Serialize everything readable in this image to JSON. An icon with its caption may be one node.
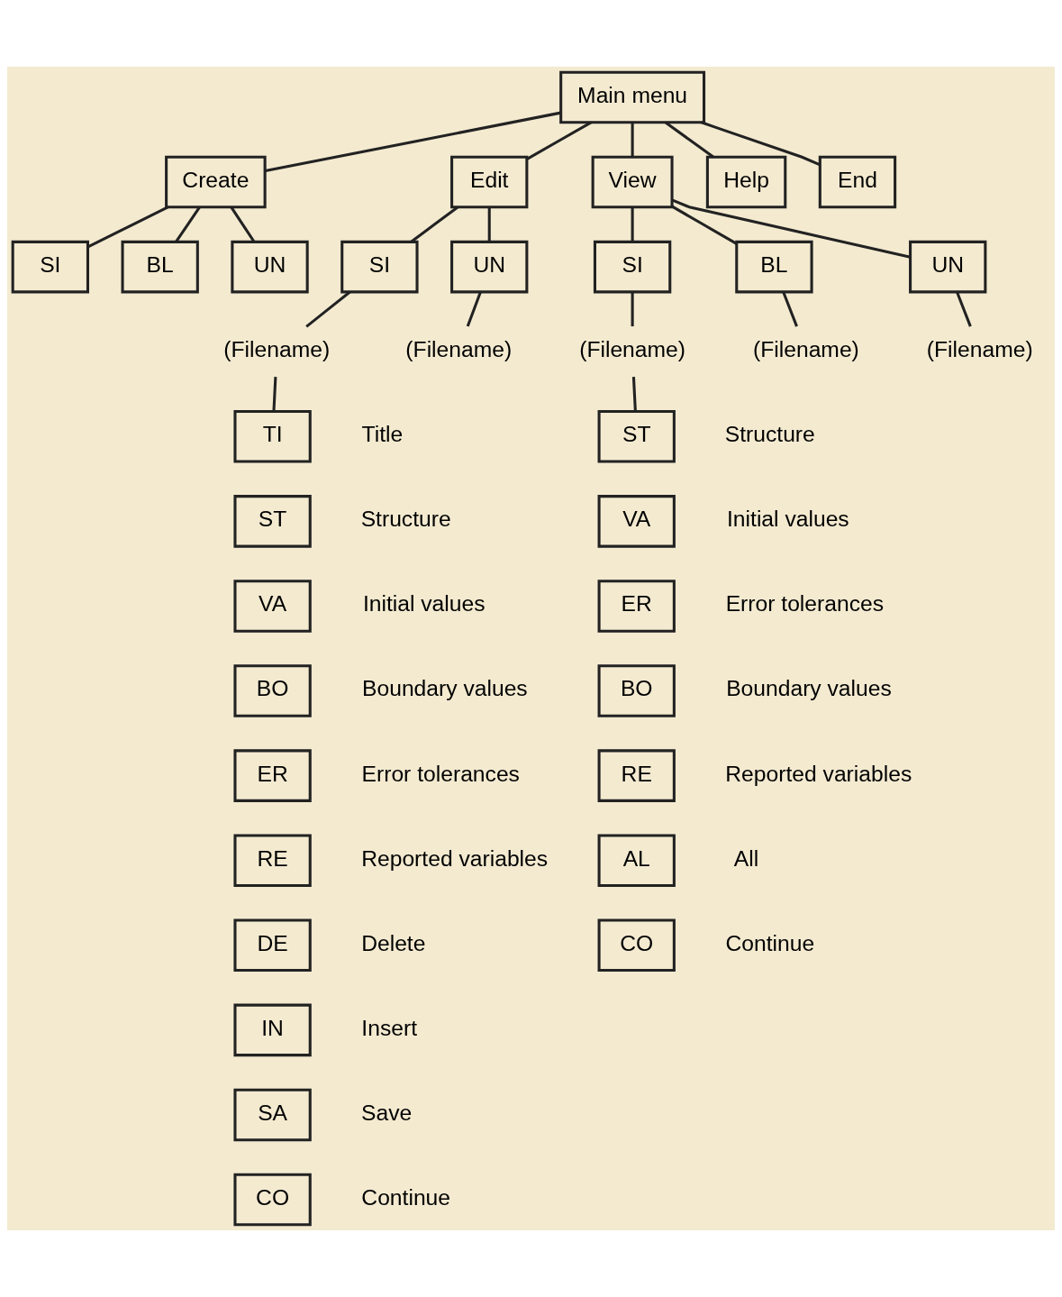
{
  "diagram": {
    "nodes": [
      {
        "text": [
          "Main menu"
        ]
      },
      {
        "text": [
          "Create"
        ]
      },
      {
        "text": [
          "Edit"
        ]
      },
      {
        "text": [
          "View"
        ]
      },
      {
        "text": [
          "Help"
        ]
      },
      {
        "text": [
          "End"
        ]
      },
      {
        "text": [
          "SI"
        ]
      },
      {
        "text": [
          "BL"
        ]
      },
      {
        "text": [
          "UN"
        ]
      },
      {
        "text": [
          "SI"
        ]
      },
      {
        "text": [
          "UN"
        ]
      },
      {
        "text": [
          "(Filename)"
        ]
      },
      {
        "text": [
          "(Filename)"
        ]
      },
      {
        "text": [
          "SI"
        ]
      },
      {
        "text": [
          "BL"
        ]
      },
      {
        "text": [
          "UN"
        ]
      },
      {
        "text": [
          "(Filename)"
        ]
      },
      {
        "text": [
          "(Filename)"
        ]
      },
      {
        "text": [
          "(Filename)"
        ]
      },
      {
        "text": [
          "TI"
        ],
        "beside": [
          "Title"
        ]
      },
      {
        "text": [
          "ST"
        ],
        "beside": [
          "Structure"
        ]
      },
      {
        "text": [
          "VA"
        ],
        "beside": [
          "Initial values"
        ]
      },
      {
        "text": [
          "BO"
        ],
        "beside": [
          "Boundary values"
        ]
      },
      {
        "text": [
          "ER"
        ],
        "beside": [
          "Error tolerances"
        ]
      },
      {
        "text": [
          "RE"
        ],
        "beside": [
          "Reported variables"
        ]
      },
      {
        "text": [
          "DE"
        ],
        "beside": [
          "Delete"
        ]
      },
      {
        "text": [
          "IN"
        ],
        "beside": [
          "Insert"
        ]
      },
      {
        "text": [
          "SA"
        ],
        "beside": [
          "Save"
        ]
      },
      {
        "text": [
          "CO"
        ],
        "beside": [
          "Continue"
        ]
      },
      {
        "text": [
          "ST"
        ],
        "beside": [
          "Structure"
        ]
      },
      {
        "text": [
          "VA"
        ],
        "beside": [
          "Initial values"
        ]
      },
      {
        "text": [
          "ER"
        ],
        "beside": [
          "Error tolerances"
        ]
      },
      {
        "text": [
          "BO"
        ],
        "beside": [
          "Boundary values"
        ]
      },
      {
        "text": [
          "RE"
        ],
        "beside": [
          "Reported variables"
        ]
      },
      {
        "text": [
          "AL"
        ],
        "beside": [
          "All"
        ]
      },
      {
        "text": [
          "CO"
        ],
        "beside": [
          "Continue"
        ]
      }
    ],
    "edges": [
      {
        "from": 0,
        "to": 1,
        "arrow": "none"
      },
      {
        "from": 0,
        "to": 2,
        "arrow": "none"
      },
      {
        "from": 0,
        "to": 3,
        "arrow": "none"
      },
      {
        "from": 0,
        "to": 4,
        "arrow": "none"
      },
      {
        "from": 0,
        "to": 5,
        "arrow": "none"
      },
      {
        "from": 1,
        "to": 6,
        "arrow": "none"
      },
      {
        "from": 1,
        "to": 7,
        "arrow": "none"
      },
      {
        "from": 1,
        "to": 8,
        "arrow": "none"
      },
      {
        "from": 2,
        "to": 9,
        "arrow": "none"
      },
      {
        "from": 2,
        "to": 10,
        "arrow": "none"
      },
      {
        "from": 9,
        "to": 11,
        "arrow": "none"
      },
      {
        "from": 10,
        "to": 12,
        "arrow": "none"
      },
      {
        "from": 3,
        "to": 13,
        "arrow": "none"
      },
      {
        "from": 3,
        "to": 14,
        "arrow": "none"
      },
      {
        "from": 3,
        "to": 15,
        "arrow": "none"
      },
      {
        "from": 13,
        "to": 16,
        "arrow": "none"
      },
      {
        "from": 14,
        "to": 17,
        "arrow": "none"
      },
      {
        "from": 15,
        "to": 18,
        "arrow": "none"
      },
      {
        "from": 11,
        "to": 19,
        "arrow": "none"
      },
      {
        "from": 16,
        "to": 29,
        "arrow": "none"
      }
    ]
  }
}
